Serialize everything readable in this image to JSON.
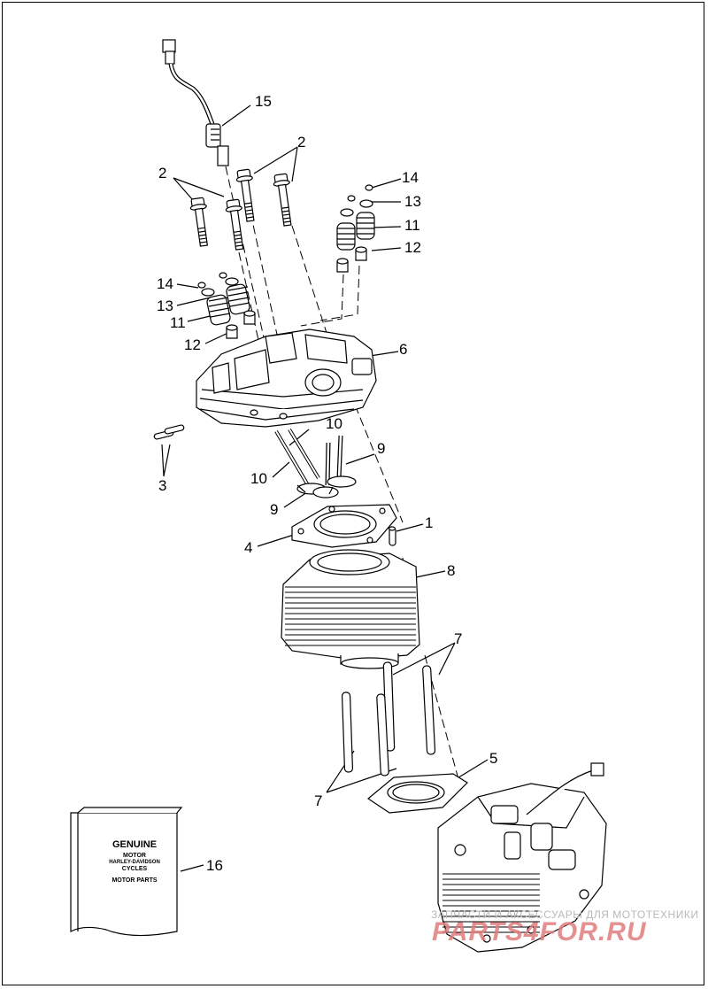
{
  "diagram": {
    "callouts": [
      {
        "id": "c15",
        "text": "15"
      },
      {
        "id": "c2a",
        "text": "2"
      },
      {
        "id": "c2b",
        "text": "2"
      },
      {
        "id": "c14a",
        "text": "14"
      },
      {
        "id": "c13a",
        "text": "13"
      },
      {
        "id": "c11a",
        "text": "11"
      },
      {
        "id": "c12a",
        "text": "12"
      },
      {
        "id": "c14b",
        "text": "14"
      },
      {
        "id": "c13b",
        "text": "13"
      },
      {
        "id": "c11b",
        "text": "11"
      },
      {
        "id": "c12b",
        "text": "12"
      },
      {
        "id": "c6",
        "text": "6"
      },
      {
        "id": "c10a",
        "text": "10"
      },
      {
        "id": "c10b",
        "text": "10"
      },
      {
        "id": "c9a",
        "text": "9"
      },
      {
        "id": "c9b",
        "text": "9"
      },
      {
        "id": "c3",
        "text": "3"
      },
      {
        "id": "c1",
        "text": "1"
      },
      {
        "id": "c4",
        "text": "4"
      },
      {
        "id": "c8",
        "text": "8"
      },
      {
        "id": "c7a",
        "text": "7"
      },
      {
        "id": "c7b",
        "text": "7"
      },
      {
        "id": "c5",
        "text": "5"
      },
      {
        "id": "c16",
        "text": "16"
      }
    ],
    "book_logo": {
      "line1": "GENUINE",
      "line2": "MOTOR",
      "line3": "HARLEY-DAVIDSON",
      "line4": "CYCLES",
      "line5": "MOTOR PARTS"
    },
    "watermark": {
      "top": "ЗАПЧАСТИ И АКСЕССУАРЫ ДЛЯ МОТОТЕХНИКИ",
      "brand": "PARTS4FOR.RU"
    }
  }
}
